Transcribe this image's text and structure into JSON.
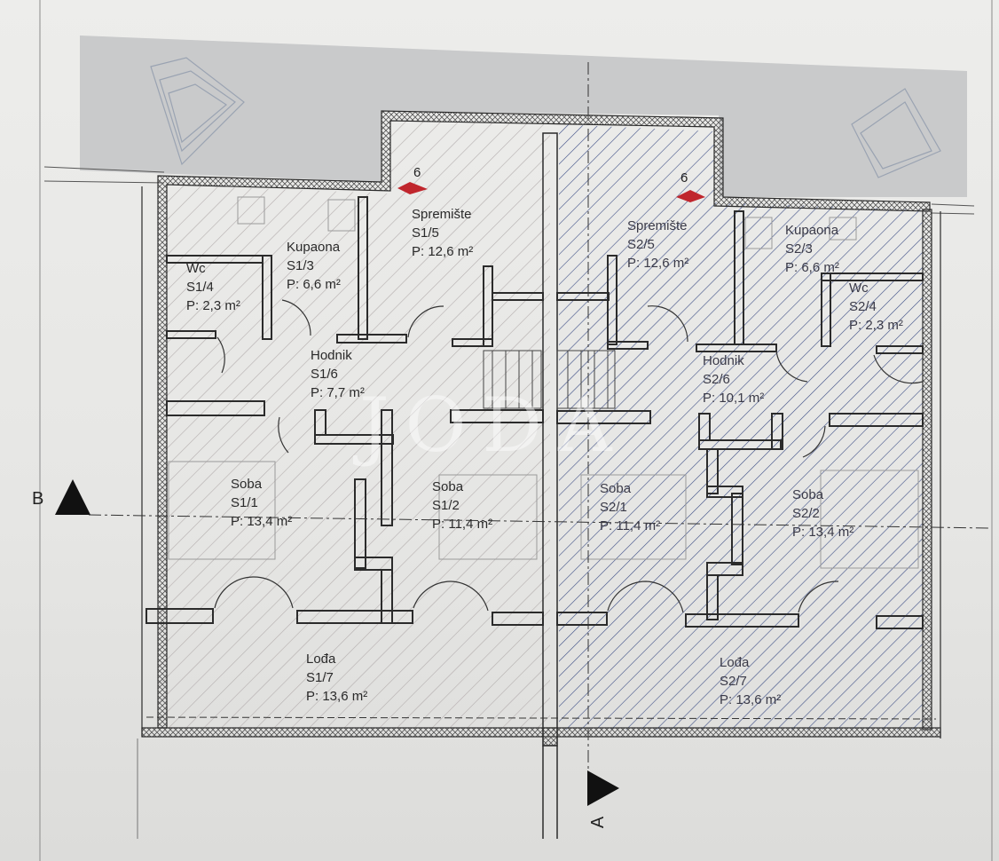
{
  "watermark": "JODA",
  "colors": {
    "paper": "#ededeb",
    "terrain": "#c9cacb",
    "wall": "#2b2b2b",
    "hatch_unit1": "#b9b2b2",
    "hatch_unit2": "#3c4f8a",
    "marker_red": "#c0262d"
  },
  "section_markers": {
    "b": "B",
    "a": "A"
  },
  "level_markers": {
    "left": "6",
    "right": "6"
  },
  "rooms": {
    "s1_wc": {
      "name": "Wc",
      "id": "S1/4",
      "area": "P: 2,3 m²"
    },
    "s1_kupaona": {
      "name": "Kupaona",
      "id": "S1/3",
      "area": "P: 6,6 m²"
    },
    "s1_spremiste": {
      "name": "Spremište",
      "id": "S1/5",
      "area": "P: 12,6 m²"
    },
    "s1_hodnik": {
      "name": "Hodnik",
      "id": "S1/6",
      "area": "P: 7,7 m²"
    },
    "s1_soba1": {
      "name": "Soba",
      "id": "S1/1",
      "area": "P: 13,4 m²"
    },
    "s1_soba2": {
      "name": "Soba",
      "id": "S1/2",
      "area": "P: 11,4 m²"
    },
    "s1_loda": {
      "name": "Lođa",
      "id": "S1/7",
      "area": "P: 13,6 m²"
    },
    "s2_spremiste": {
      "name": "Spremište",
      "id": "S2/5",
      "area": "P: 12,6 m²"
    },
    "s2_kupaona": {
      "name": "Kupaona",
      "id": "S2/3",
      "area": "P: 6,6 m²"
    },
    "s2_wc": {
      "name": "Wc",
      "id": "S2/4",
      "area": "P: 2,3 m²"
    },
    "s2_hodnik": {
      "name": "Hodnik",
      "id": "S2/6",
      "area": "P: 10,1 m²"
    },
    "s2_soba1": {
      "name": "Soba",
      "id": "S2/1",
      "area": "P: 11,4 m²"
    },
    "s2_soba2": {
      "name": "Soba",
      "id": "S2/2",
      "area": "P: 13,4 m²"
    },
    "s2_loda": {
      "name": "Lođa",
      "id": "S2/7",
      "area": "P: 13,6 m²"
    }
  }
}
